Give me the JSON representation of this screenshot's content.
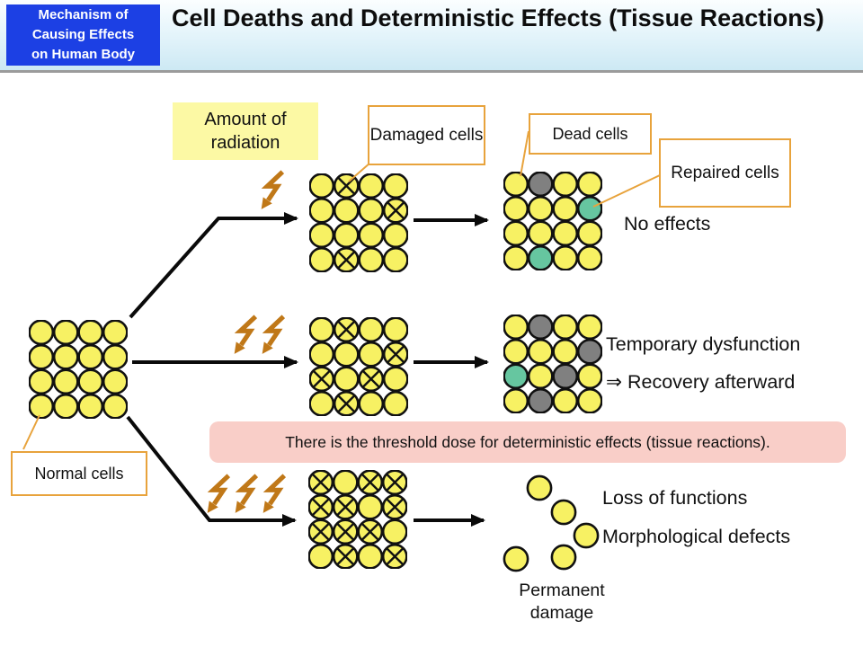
{
  "colors": {
    "tag_blue": "#1C40E4",
    "accent_orange": "#E8A33C",
    "bolt_orange": "#C07818",
    "cell_yellow": "#F7F163",
    "cell_dead_gray": "#808080",
    "cell_repaired_green": "#66C6A0",
    "note_pink": "#F9CEC8",
    "label_yellow_bg": "#FCF9A4"
  },
  "header": {
    "tag": [
      "Mechanism of",
      "Causing Effects",
      "on Human Body"
    ],
    "title": "Cell Deaths and Deterministic Effects (Tissue Reactions)"
  },
  "labels": {
    "amount": "Amount of radiation",
    "damaged": "Damaged cells",
    "dead": "Dead cells",
    "repaired": "Repaired cells",
    "normal": "Normal cells"
  },
  "outcomes": {
    "row1": "No effects",
    "row2_line1": "Temporary dysfunction",
    "row2_line2": "⇒ Recovery afterward",
    "row3_line1": "Loss of functions",
    "row3_line2": "Morphological defects",
    "row3_caption": "Permanent damage"
  },
  "note": "There is the threshold dose for deterministic effects (tissue reactions).",
  "cell_legend": {
    "n": "normal",
    "x": "damaged",
    "d": "dead",
    "r": "repaired"
  },
  "grids": {
    "normal": [
      "n",
      "n",
      "n",
      "n",
      "n",
      "n",
      "n",
      "n",
      "n",
      "n",
      "n",
      "n",
      "n",
      "n",
      "n",
      "n"
    ],
    "damaged_low": [
      "n",
      "x",
      "n",
      "n",
      "n",
      "n",
      "n",
      "x",
      "n",
      "n",
      "n",
      "n",
      "n",
      "x",
      "n",
      "n"
    ],
    "result_low": [
      "n",
      "d",
      "n",
      "n",
      "n",
      "n",
      "n",
      "r",
      "n",
      "n",
      "n",
      "n",
      "n",
      "r",
      "n",
      "n"
    ],
    "damaged_mid": [
      "n",
      "x",
      "n",
      "n",
      "n",
      "n",
      "n",
      "x",
      "x",
      "n",
      "x",
      "n",
      "n",
      "x",
      "n",
      "n"
    ],
    "result_mid": [
      "n",
      "d",
      "n",
      "n",
      "n",
      "n",
      "n",
      "d",
      "r",
      "n",
      "d",
      "n",
      "n",
      "d",
      "n",
      "n"
    ],
    "damaged_high": [
      "x",
      "n",
      "x",
      "x",
      "x",
      "x",
      "n",
      "x",
      "x",
      "x",
      "x",
      "n",
      "n",
      "x",
      "n",
      "x"
    ]
  },
  "scatter": [
    [
      47,
      19
    ],
    [
      74,
      46
    ],
    [
      99,
      72
    ],
    [
      21,
      98
    ],
    [
      74,
      96
    ]
  ],
  "bolts": {
    "row1": 1,
    "row2": 2,
    "row3": 3
  }
}
